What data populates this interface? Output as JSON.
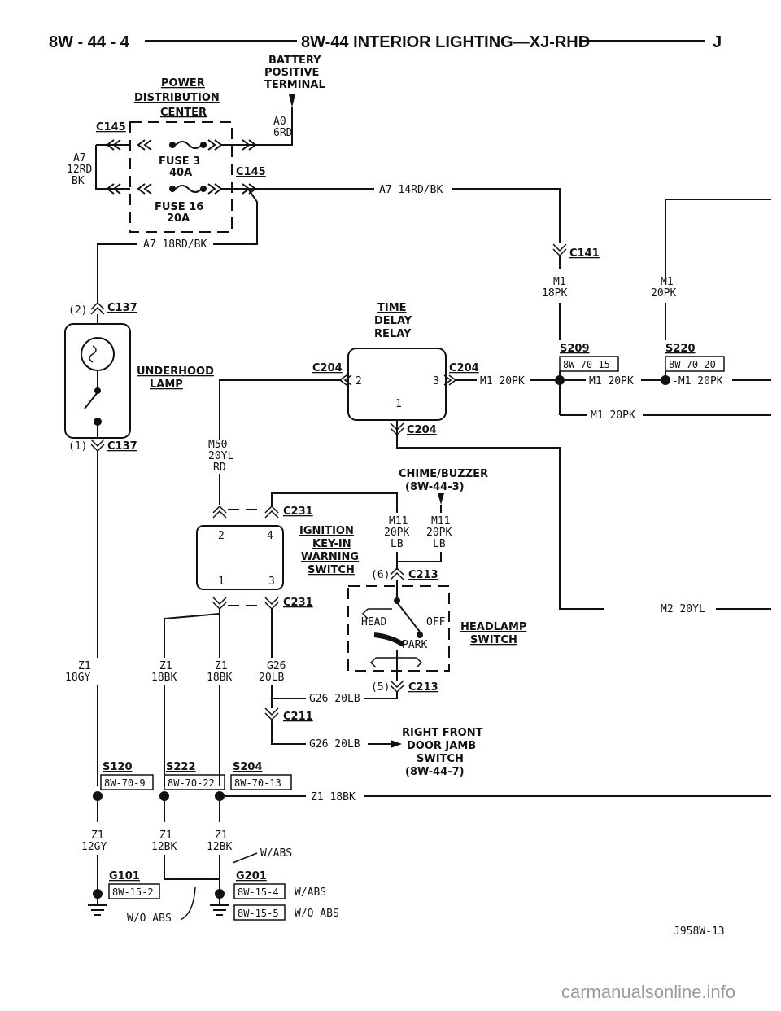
{
  "header": {
    "page_ref": "8W - 44 - 4",
    "title": "8W-44 INTERIOR LIGHTING—XJ-RHD",
    "letter": "J"
  },
  "battery": {
    "line1": "BATTERY",
    "line2": "POSITIVE",
    "line3": "TERMINAL",
    "wire_a": "A0",
    "wire_b": "6RD"
  },
  "pdc": {
    "line1": "POWER",
    "line2": "DISTRIBUTION",
    "line3": "CENTER",
    "conn_left": "C145",
    "conn_right": "C145",
    "fuse3_a": "FUSE 3",
    "fuse3_b": "40A",
    "fuse16_a": "FUSE 16",
    "fuse16_b": "20A",
    "wire_left_a": "A7",
    "wire_left_b": "12RD",
    "wire_left_c": "BK",
    "wire_out": "A7 14RD/BK",
    "wire_bottom": "A7 18RD/BK"
  },
  "underhood": {
    "conn_top_pin": "(2)",
    "conn_top": "C137",
    "conn_bottom_pin": "(1)",
    "conn_bottom": "C137",
    "label1": "UNDERHOOD",
    "label2": "LAMP",
    "wire_a": "Z1",
    "wire_b": "18GY"
  },
  "relay": {
    "line1": "TIME",
    "line2": "DELAY",
    "line3": "RELAY",
    "conn_left": "C204",
    "conn_right": "C204",
    "conn_bottom": "C204",
    "pin2": "2",
    "pin3": "3",
    "pin1": "1",
    "wire_right": "M1 20PK"
  },
  "c141": {
    "conn": "C141",
    "wire_a": "M1",
    "wire_b": "18PK",
    "wire2_a": "M1",
    "wire2_b": "20PK"
  },
  "s209": {
    "label": "S209",
    "ref": "8W-70-15",
    "wire_r": "M1 20PK",
    "wire_b": "M1 20PK"
  },
  "s220": {
    "label": "S220",
    "ref": "8W-70-20",
    "wire_r": "-M1 20PK"
  },
  "m50": {
    "a": "M50",
    "b": "20YL",
    "c": "RD"
  },
  "chime": {
    "line1": "CHIME/BUZZER",
    "line2": "(8W-44-3)",
    "w1a": "M11",
    "w1b": "20PK",
    "w1c": "LB",
    "w2a": "M11",
    "w2b": "20PK",
    "w2c": "LB"
  },
  "ignition": {
    "conn_top": "C231",
    "conn_bottom": "C231",
    "line1": "IGNITION",
    "line2": "KEY-IN",
    "line3": "WARNING",
    "line4": "SWITCH",
    "pin2": "2",
    "pin4": "4",
    "pin1": "1",
    "pin3": "3"
  },
  "headlamp": {
    "conn_top_pin": "(6)",
    "conn_top": "C213",
    "conn_bottom_pin": "(5)",
    "conn_bottom": "C213",
    "head": "HEAD",
    "off": "OFF",
    "park": "PARK",
    "label1": "HEADLAMP",
    "label2": "SWITCH",
    "m2_wire": "M2 20YL"
  },
  "wires_mid": {
    "z1a": "Z1",
    "z1b": "18BK",
    "z2a": "Z1",
    "z2b": "18BK",
    "g26a": "G26",
    "g26b": "20LB",
    "g26_c211": "G26 20LB",
    "c211": "C211",
    "g26_door": "G26 20LB"
  },
  "door": {
    "line1": "RIGHT FRONT",
    "line2": "DOOR JAMB",
    "line3": "SWITCH",
    "line4": "(8W-44-7)"
  },
  "splices": {
    "s120": "S120",
    "s120_ref": "8W-70-9",
    "s222": "S222",
    "s222_ref": "8W-70-22",
    "s204": "S204",
    "s204_ref": "8W-70-13",
    "z1_right": "Z1 18BK"
  },
  "grounds": {
    "w1a": "Z1",
    "w1b": "12GY",
    "w2a": "Z1",
    "w2b": "12BK",
    "w3a": "Z1",
    "w3b": "12BK",
    "wabs": "W/ABS",
    "g101": "G101",
    "g101_ref": "8W-15-2",
    "g201": "G201",
    "g201_ref1": "8W-15-4",
    "g201_ref2": "8W-15-5",
    "wabs2": "W/ABS",
    "woabs": "W/O ABS",
    "woabs_left": "W/O ABS"
  },
  "figure_id": "J958W-13",
  "watermark": "carmanualsonline.info"
}
